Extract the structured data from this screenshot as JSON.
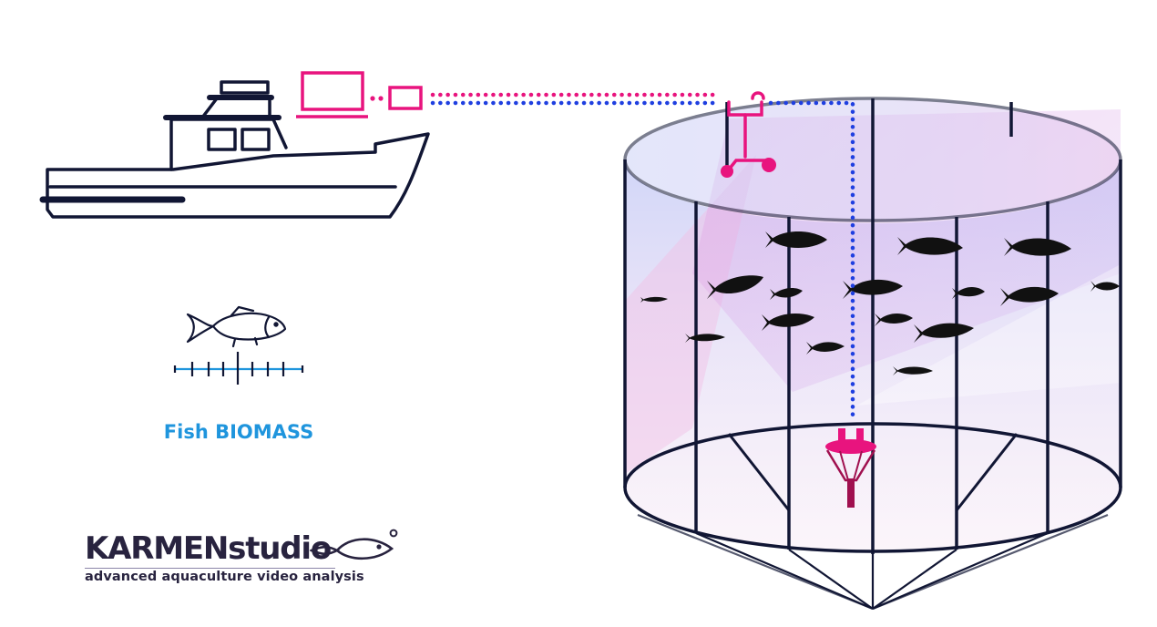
{
  "labels": {
    "biomass": "Fish BIOMASS",
    "brand_name": "KARMENstudio",
    "brand_tagline": "advanced aquaculture video analysis"
  },
  "colors": {
    "ink": "#111634",
    "magenta": "#e8147e",
    "blue": "#1f3fe0",
    "label_blue": "#1f95dd",
    "brand_purple": "#28233f",
    "crimson": "#a0104f"
  },
  "icons": [
    "boat-icon",
    "laptop-icon",
    "control-box-icon",
    "surface-camera-icon",
    "underwater-camera-icon",
    "fish-icon",
    "ruler-icon",
    "fish-logo-icon"
  ]
}
